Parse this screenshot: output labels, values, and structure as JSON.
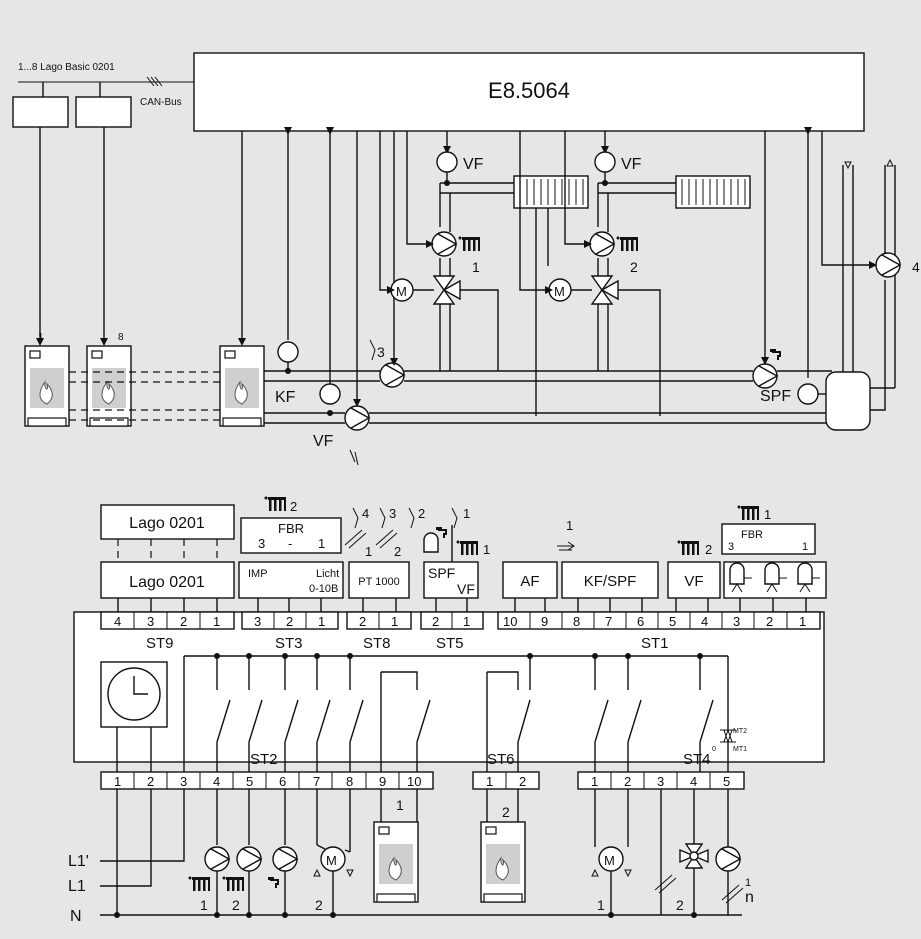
{
  "controller": {
    "model": "E8.5064"
  },
  "bus": {
    "basic_range": "1...8 Lago Basic 0201",
    "canbus": "CAN-Bus",
    "boiler_first": "1",
    "boiler_last": "8"
  },
  "hydraulic": {
    "vf": "VF",
    "kf": "KF",
    "spf": "SPF",
    "m": "M",
    "circuit_1": "1",
    "circuit_2": "2",
    "pump_3": "3",
    "pump_4": "4"
  },
  "devices": {
    "lago_remote": "Lago 0201",
    "lago_terminal": "Lago 0201",
    "fbr_2": {
      "title": "FBR",
      "left": "3",
      "mid": "-",
      "right": "1",
      "circuit": "2"
    },
    "fbr_1": {
      "title": "FBR",
      "left": "3",
      "right": "1",
      "circuit": "1"
    },
    "imp": "IMP",
    "light": "Licht",
    "range": "0-10B",
    "pt1000": "PT 1000",
    "spf": "SPF",
    "vf_st5": "VF",
    "af": "AF",
    "kfspf": "KF/SPF",
    "vf_st1": "VF"
  },
  "terminal_blocks": {
    "st9": {
      "label": "ST9",
      "pins": [
        "4",
        "3",
        "2",
        "1"
      ]
    },
    "st3": {
      "label": "ST3",
      "pins": [
        "3",
        "2",
        "1"
      ]
    },
    "st8": {
      "label": "ST8",
      "pins": [
        "2",
        "1"
      ]
    },
    "st5": {
      "label": "ST5",
      "pins": [
        "2",
        "1"
      ]
    },
    "st1": {
      "label": "ST1",
      "pins": [
        "10",
        "9",
        "8",
        "7",
        "6",
        "5",
        "4",
        "3",
        "2",
        "1"
      ]
    },
    "st2": {
      "label": "ST2",
      "pins": [
        "1",
        "2",
        "3",
        "4",
        "5",
        "6",
        "7",
        "8",
        "9",
        "10"
      ]
    },
    "st6": {
      "label": "ST6",
      "pins": [
        "1",
        "2"
      ]
    },
    "st4": {
      "label": "ST4",
      "pins": [
        "1",
        "2",
        "3",
        "4",
        "5"
      ]
    }
  },
  "sensor_tags": {
    "s4": "4",
    "s1a": "1",
    "s3": "3",
    "s2a": "2",
    "s2b": "2",
    "s1b": "1",
    "s1c": "1",
    "s1d": "1",
    "s1e": "1",
    "s2c": "2"
  },
  "triac": {
    "mt2": "MT2",
    "mt1": "MT1",
    "zero": "0"
  },
  "lines": {
    "l1p": "L1'",
    "l1": "L1",
    "n": "N"
  },
  "bottom_tags": {
    "p1": "1",
    "p2": "2",
    "m2": "2",
    "boiler1": "1",
    "boiler2": "2",
    "m1": "1",
    "v2": "2",
    "n": "n",
    "one": "1"
  }
}
